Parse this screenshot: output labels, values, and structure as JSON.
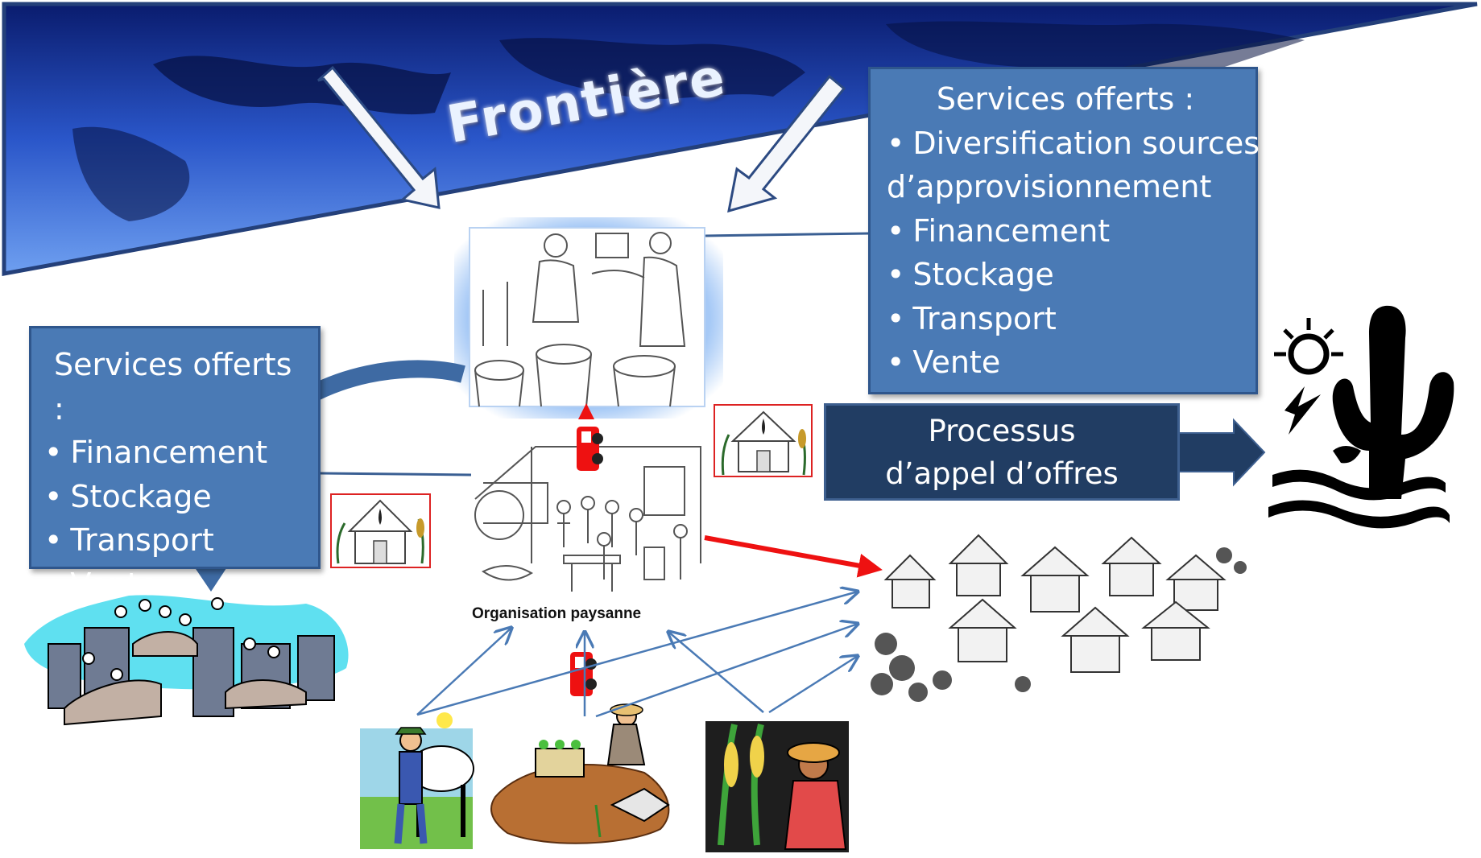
{
  "banner": {
    "title": "Frontière"
  },
  "services_right": {
    "title": "Services offerts :",
    "items": [
      "Diversification sources",
      "d’approvisionnement",
      "Financement",
      "Stockage",
      "Transport",
      "Vente"
    ]
  },
  "services_left": {
    "title": "Services offerts :",
    "items": [
      "Financement",
      "Stockage",
      "Transport",
      "Vente"
    ]
  },
  "process": {
    "line1": "Processus",
    "line2": "d’appel d’offres"
  },
  "organisation": {
    "label": "Organisation paysanne"
  },
  "icons": [
    "market-sketch",
    "farmer-market-sketch",
    "warehouse-icon",
    "truck-icon",
    "drought-icon",
    "village-sketch",
    "city-people-icon",
    "farmer-cow-icon",
    "gardener-icon",
    "corn-farmer-icon"
  ],
  "colors": {
    "box_fill": "#4a7ab5",
    "process_fill": "#213d63",
    "arrow_red": "#ee1111",
    "arrow_blue": "#4a7ab5"
  }
}
